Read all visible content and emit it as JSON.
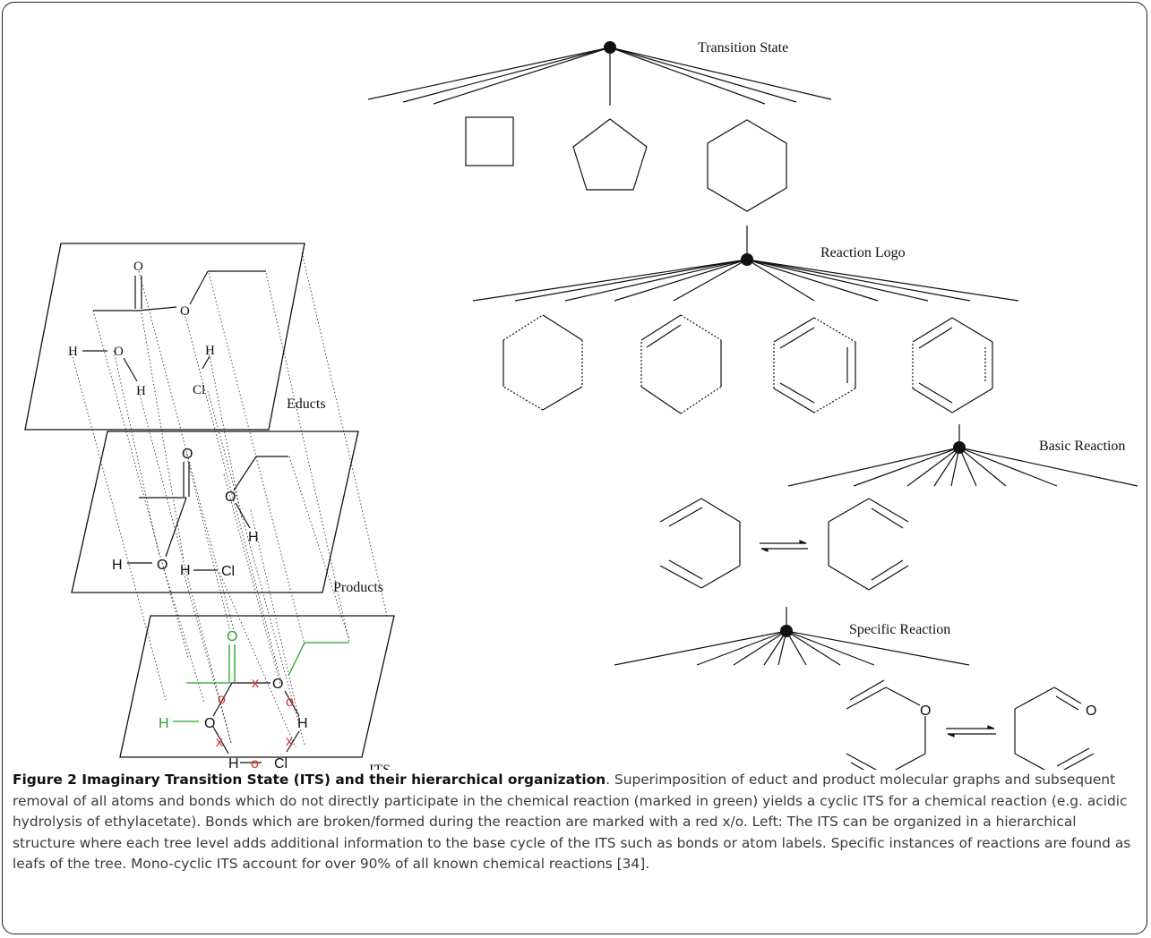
{
  "diagram": {
    "labels": {
      "transition_state": "Transition State",
      "reaction_logo": "Reaction Logo",
      "basic_reaction": "Basic Reaction",
      "specific_reaction": "Specific Reaction",
      "educts": "Educts",
      "products": "Products",
      "its": "ITS"
    },
    "atoms": {
      "o": "O",
      "h": "H",
      "cl": "Cl",
      "x": "x",
      "circle": "o"
    },
    "colors": {
      "participating": "#2aa02a",
      "bond_change": "#e03030"
    }
  },
  "caption": {
    "figure_label": "Figure 2 Imaginary Transition State (ITS) and their hierarchical organization",
    "text": ". Superimposition of educt and product molecular graphs and subsequent removal of all atoms and bonds which do not directly participate in the chemical reaction (marked in green) yields a cyclic ITS for a chemical reaction (e.g. acidic hydrolysis of ethylacetate). Bonds which are broken/formed during the reaction are marked with a red x/o. Left: The ITS can be organized in a hierarchical structure where each tree level adds additional information to the base cycle of the ITS such as bonds or atom labels. Specific instances of reactions are found as leafs of the tree. Mono-cyclic ITS account for over 90% of all known chemical reactions [34]."
  }
}
